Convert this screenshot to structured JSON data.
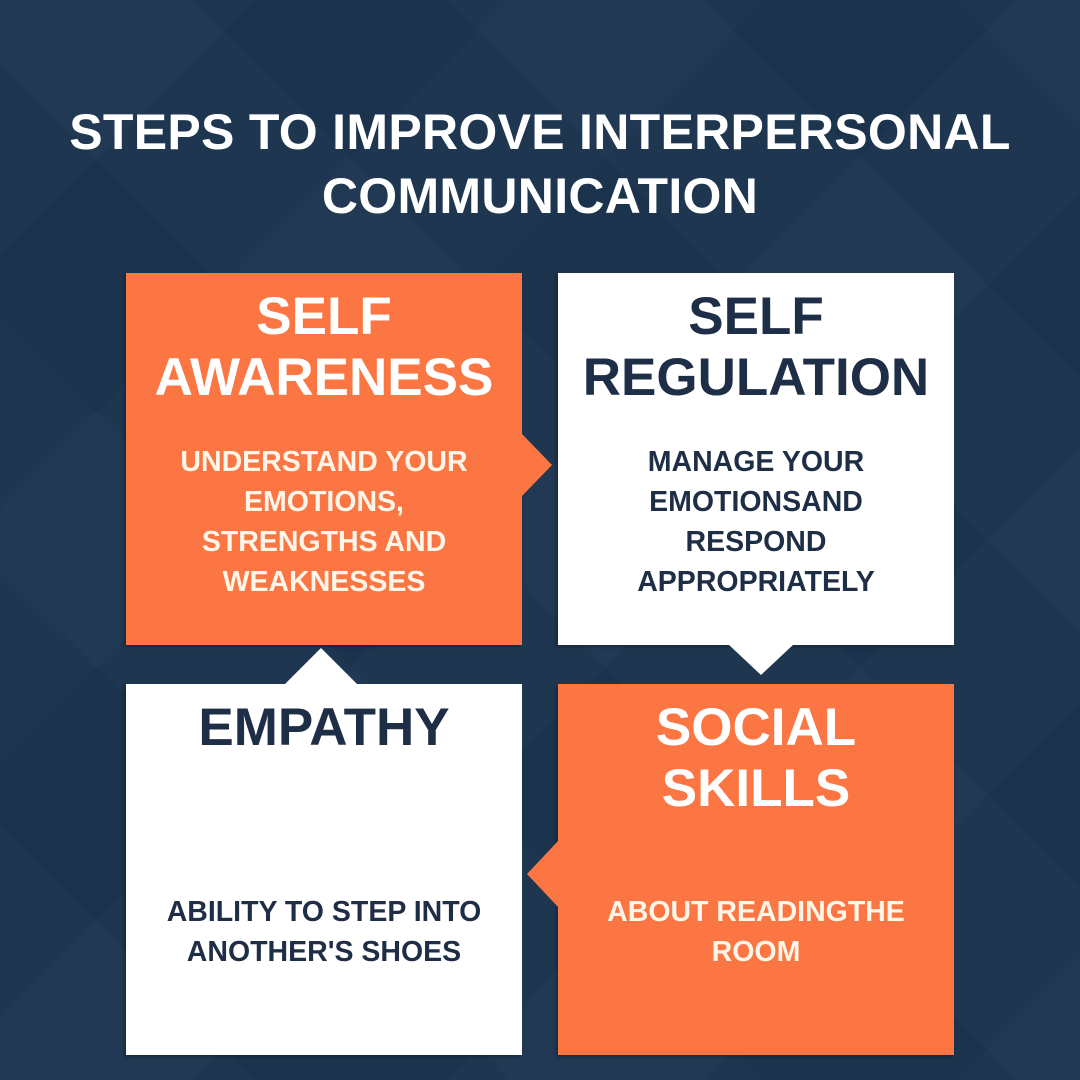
{
  "title": {
    "lines": [
      "STEPS TO IMPROVE INTERPERSONAL",
      "COMMUNICATION"
    ]
  },
  "colors": {
    "background": "#1c3550",
    "accent_orange": "#fc7643",
    "card_white": "#ffffff",
    "dark_text": "#1f2e47",
    "light_text": "#ffffff"
  },
  "steps": [
    {
      "position": "top-left",
      "style": "orange",
      "heading": [
        "SELF",
        "AWARENESS"
      ],
      "description": [
        "UNDERSTAND YOUR",
        "EMOTIONS,",
        "STRENGTHS AND",
        "WEAKNESSES"
      ]
    },
    {
      "position": "top-right",
      "style": "white",
      "heading": [
        "SELF",
        "REGULATION"
      ],
      "description": [
        "MANAGE YOUR",
        "EMOTIONSAND",
        "RESPOND",
        "APPROPRIATELY"
      ]
    },
    {
      "position": "bottom-left",
      "style": "white",
      "heading": [
        "EMPATHY"
      ],
      "description": [
        "ABILITY TO STEP INTO",
        "ANOTHER'S SHOES"
      ]
    },
    {
      "position": "bottom-right",
      "style": "orange",
      "heading": [
        "SOCIAL",
        "SKILLS"
      ],
      "description": [
        "ABOUT READINGTHE",
        "ROOM"
      ]
    }
  ],
  "connectors": [
    {
      "from": "SELF AWARENESS",
      "to": "SELF REGULATION",
      "direction": "right",
      "icon": "arrow-right-icon"
    },
    {
      "from": "SELF REGULATION",
      "to": "SOCIAL SKILLS",
      "direction": "down",
      "icon": "arrow-down-icon"
    },
    {
      "from": "SOCIAL SKILLS",
      "to": "EMPATHY",
      "direction": "left",
      "icon": "arrow-left-icon"
    },
    {
      "from": "EMPATHY",
      "to": "SELF AWARENESS",
      "direction": "up",
      "icon": "arrow-up-icon"
    }
  ]
}
